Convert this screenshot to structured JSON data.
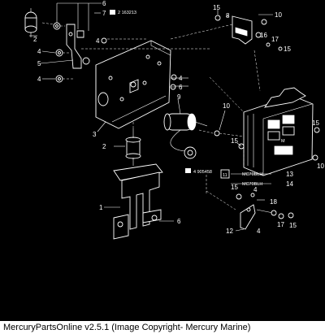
{
  "diagram": {
    "callouts": [
      "6",
      "2",
      "7",
      "4",
      "5",
      "4",
      "3",
      "8",
      "9",
      "10",
      "11",
      "12",
      "13",
      "14",
      "15",
      "16",
      "17",
      "18",
      "1",
      "2",
      "4",
      "6",
      "10",
      "15",
      "17"
    ],
    "part_numbers": [
      "2 163213",
      "4 905458",
      "MC70BLH",
      "MC70BLH",
      "M"
    ],
    "part_labels": {
      "p1": "1",
      "p2": "2",
      "p3": "3",
      "p4": "4",
      "p5": "5",
      "p6": "6",
      "p7": "7",
      "p8": "8",
      "p9": "9",
      "p10": "10",
      "p11": "11",
      "p12": "12",
      "p13": "13",
      "p14": "14",
      "p15": "15",
      "p16": "16",
      "p17": "17",
      "p18": "18"
    }
  },
  "footer": {
    "text": "MercuryPartsOnline v2.5.1 (Image Copyright- Mercury Marine)"
  }
}
